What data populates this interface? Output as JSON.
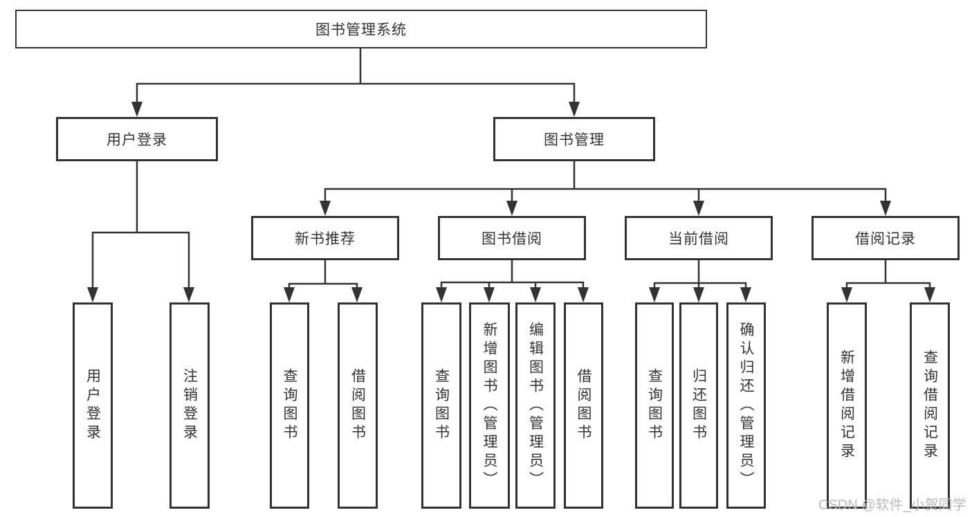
{
  "diagram": {
    "title": "图书管理系统",
    "branches": [
      {
        "label": "用户登录",
        "children": [
          "用户登录",
          "注销登录"
        ]
      },
      {
        "label": "图书管理",
        "children": [
          {
            "label": "新书推荐",
            "children": [
              "查询图书",
              "借阅图书"
            ]
          },
          {
            "label": "图书借阅",
            "children": [
              "查询图书",
              "新增图书（管理员）",
              "编辑图书（管理员）",
              "借阅图书"
            ]
          },
          {
            "label": "当前借阅",
            "children": [
              "查询图书",
              "归还图书",
              "确认归还（管理员）"
            ]
          },
          {
            "label": "借阅记录",
            "children": [
              "新增借阅记录",
              "查询借阅记录"
            ]
          }
        ]
      }
    ]
  },
  "watermark": {
    "text": "CSDN @软件_小贺同学"
  },
  "colors": {
    "line": "#333333",
    "text": "#333333",
    "background": "#ffffff",
    "watermark": "#b9b9b9"
  }
}
